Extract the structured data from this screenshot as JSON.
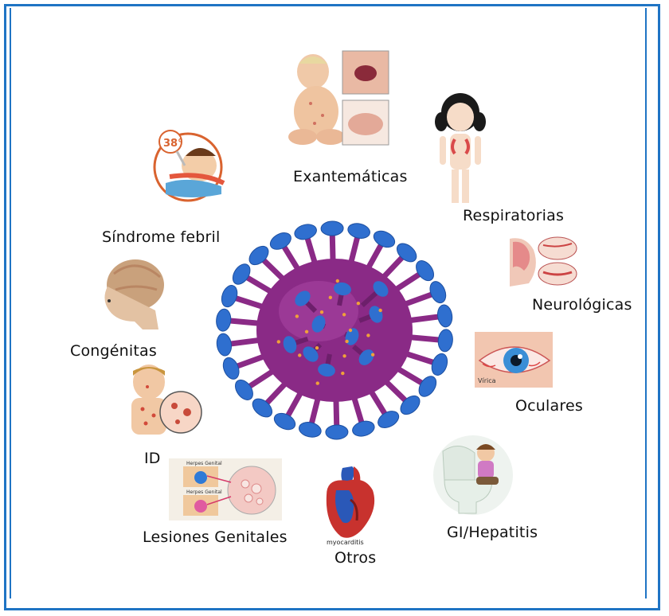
{
  "categories": {
    "exantematicas": "Exantemáticas",
    "respiratorias": "Respiratorias",
    "sindrome_febril": "Síndrome febril",
    "neurologicas": "Neurológicas",
    "congenitas": "Congénitas",
    "oculares": "Oculares",
    "id": "ID",
    "gi_hepatitis": "GI/Hepatitis",
    "lesiones_genitales": "Lesiones Genitales",
    "otros": "Otros"
  },
  "image_captions": {
    "thermometer": "38°",
    "eye": "Vírica",
    "heart": "myocarditis",
    "genital_top": "Herpes Genital",
    "genital_bottom": "Herpes Genital"
  },
  "colors": {
    "border": "#1f74c4",
    "virus_body": "#8a2a86",
    "virus_spike_tip": "#2f6fcf"
  }
}
